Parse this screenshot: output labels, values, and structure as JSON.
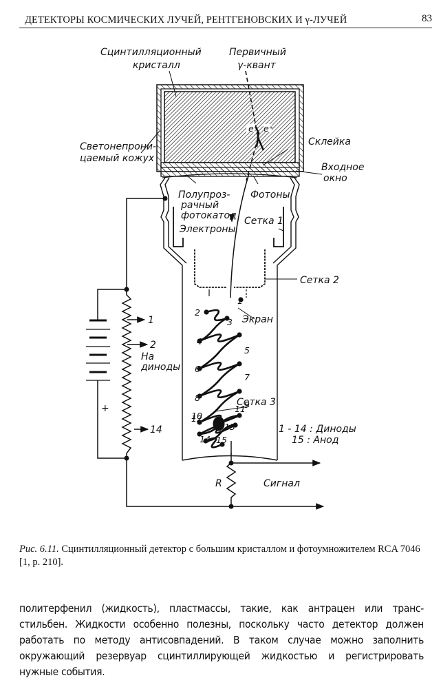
{
  "header": {
    "running_title": "ДЕТЕКТОРЫ КОСМИЧЕСКИХ ЛУЧЕЙ, РЕНТГЕНОВСКИХ И γ-ЛУЧЕЙ",
    "page_number": "83"
  },
  "figure": {
    "labels": {
      "crystal_1": "Сцинтилляционный",
      "crystal_2": "кристалл",
      "primary_1": "Первичный",
      "primary_2": "γ-квант",
      "electron": "e⁻",
      "positron": "e⁺",
      "housing_1": "Светонепрони-",
      "housing_2": "цаемый кожух",
      "glue": "Склейка",
      "window_1": "Входное",
      "window_2": "окно",
      "photocathode_1": "Полупроз-",
      "photocathode_2": "рачный",
      "photocathode_3": "фотокатод",
      "photons": "Фотоны",
      "electrons": "Электроны",
      "grid1": "Сетка 1",
      "grid2": "Сетка 2",
      "screen": "Экран",
      "grid3": "Сетка 3",
      "to_dynodes_1": "На",
      "to_dynodes_2": "диноды",
      "tap_1": "1",
      "tap_2": "2",
      "tap_14": "14",
      "battery_plus": "+",
      "resistor": "R",
      "signal": "Сигнал",
      "legend_1": "1 - 14 : Диноды",
      "legend_2": "15 : Анод"
    },
    "dynode_numbers": [
      "1",
      "2",
      "3",
      "4",
      "5",
      "6",
      "7",
      "8",
      "9",
      "10",
      "11",
      "12",
      "13",
      "14",
      "15"
    ]
  },
  "caption": {
    "label": "Рис. 6.11.",
    "text": "Сцинтилляционный детектор с большим кристаллом и фотоумножителем RCA 7046 [1, р. 210]."
  },
  "body": {
    "lines": [
      "политерфенил (жидкость), пластмассы, такие, как антрацен или транс-",
      "стильбен. Жидкости особенно полезны, поскольку часто детектор должен",
      "работать по методу антисовпадений. В таком случае можно заполнить",
      "окружающий резервуар сцинтиллирующей жидкостью и регистрировать",
      "нужные события."
    ]
  }
}
